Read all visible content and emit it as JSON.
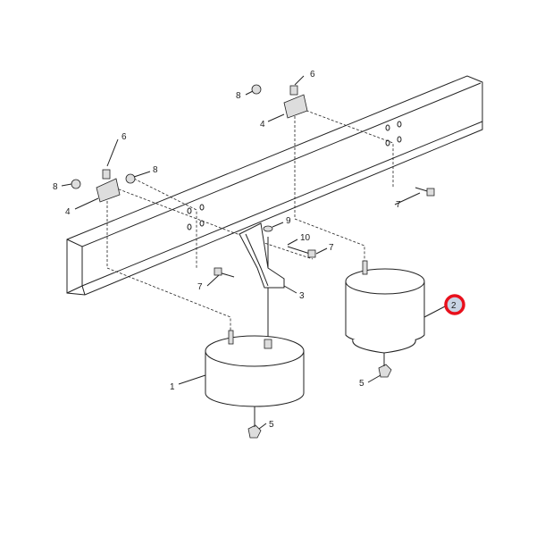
{
  "diagram": {
    "callouts": {
      "c1": "1",
      "c2": "2",
      "c3": "3",
      "c4a": "4",
      "c4b": "4",
      "c5a": "5",
      "c5b": "5",
      "c6a": "6",
      "c6b": "6",
      "c7a": "7",
      "c7b": "7",
      "c7c": "7",
      "c8a": "8",
      "c8b": "8",
      "c8c": "8",
      "c9": "9",
      "c10": "10"
    },
    "highlight": {
      "ring_color": "#e8101c",
      "fill_color": "#c8d4e4"
    }
  }
}
